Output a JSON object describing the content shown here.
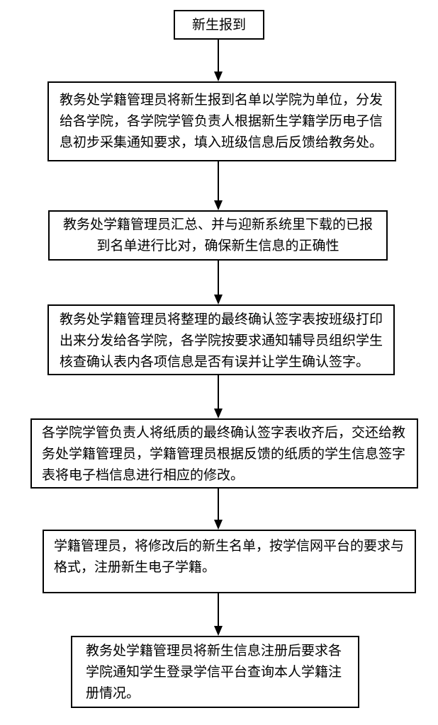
{
  "page": {
    "background_color": "#ffffff",
    "ink_color": "#000000"
  },
  "flowchart": {
    "type": "vertical-flowchart",
    "nodes": [
      {
        "id": "start",
        "lines": [
          "新生报到"
        ],
        "text": "新生报到"
      },
      {
        "id": "step1",
        "lines": [
          "教务处学籍管理员将新生报到名单以学院为单位，分发",
          "给各学院，各学院学管负责人根据新生学籍学历电子信",
          "息初步采集通知要求，填入班级信息后反馈给教务处。"
        ],
        "text": "教务处学籍管理员将新生报到名单以学院为单位，分发给各学院，各学院学管负责人根据新生学籍学历电子信息初步采集通知要求，填入班级信息后反馈给教务处。"
      },
      {
        "id": "step2",
        "lines": [
          "教务处学籍管理员汇总、并与迎新系统里下载的已报",
          "到名单进行比对，确保新生信息的正确性"
        ],
        "text": "教务处学籍管理员汇总、并与迎新系统里下载的已报到名单进行比对，确保新生信息的正确性"
      },
      {
        "id": "step3",
        "lines": [
          "教务处学籍管理员将整理的最终确认签字表按班级打印",
          "出来分发给各学院，各学院按要求通知辅导员组织学生",
          "核查确认表内各项信息是否有误并让学生确认签字。"
        ],
        "text": "教务处学籍管理员将整理的最终确认签字表按班级打印出来分发给各学院，各学院按要求通知辅导员组织学生核查确认表内各项信息是否有误并让学生确认签字。"
      },
      {
        "id": "step4",
        "lines": [
          "各学院学管负责人将纸质的最终确认签字表收齐后，交还给教",
          "务处学籍管理员，学籍管理员根据反馈的纸质的学生信息签字",
          "表将电子档信息进行相应的修改。"
        ],
        "text": "各学院学管负责人将纸质的最终确认签字表收齐后，交还给教务处学籍管理员，学籍管理员根据反馈的纸质的学生信息签字表将电子档信息进行相应的修改。"
      },
      {
        "id": "step5",
        "lines": [
          "学籍管理员，将修改后的新生名单，按学信网平台的要求与",
          "格式，注册新生电子学籍。"
        ],
        "text": "学籍管理员，将修改后的新生名单，按学信网平台的要求与格式，注册新生电子学籍。"
      },
      {
        "id": "step6",
        "lines": [
          "教务处学籍管理员将新生信息注册后要求各",
          "学院通知学生登录学信平台查询本人学籍注",
          "册情况。"
        ],
        "text": "教务处学籍管理员将新生信息注册后要求各学院通知学生登录学信平台查询本人学籍注册情况。"
      }
    ],
    "connections": [
      {
        "from": "start",
        "to": "step1"
      },
      {
        "from": "step1",
        "to": "step2"
      },
      {
        "from": "step2",
        "to": "step3"
      },
      {
        "from": "step3",
        "to": "step4"
      },
      {
        "from": "step4",
        "to": "step5"
      },
      {
        "from": "step5",
        "to": "step6"
      }
    ]
  }
}
